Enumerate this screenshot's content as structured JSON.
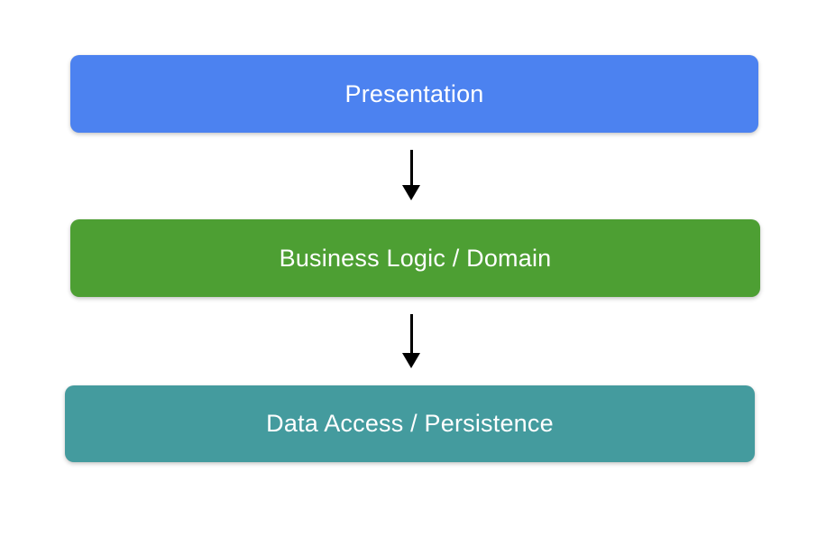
{
  "diagram": {
    "background_color": "#ffffff",
    "arrow": {
      "color": "#000000",
      "direction": "down"
    },
    "layers": [
      {
        "label": "Presentation",
        "fill_color": "#4c82f0",
        "text_color": "#ffffff"
      },
      {
        "label": "Business Logic / Domain",
        "fill_color": "#4d9f33",
        "text_color": "#ffffff"
      },
      {
        "label": "Data Access / Persistence",
        "fill_color": "#449b9e",
        "text_color": "#ffffff"
      }
    ]
  }
}
